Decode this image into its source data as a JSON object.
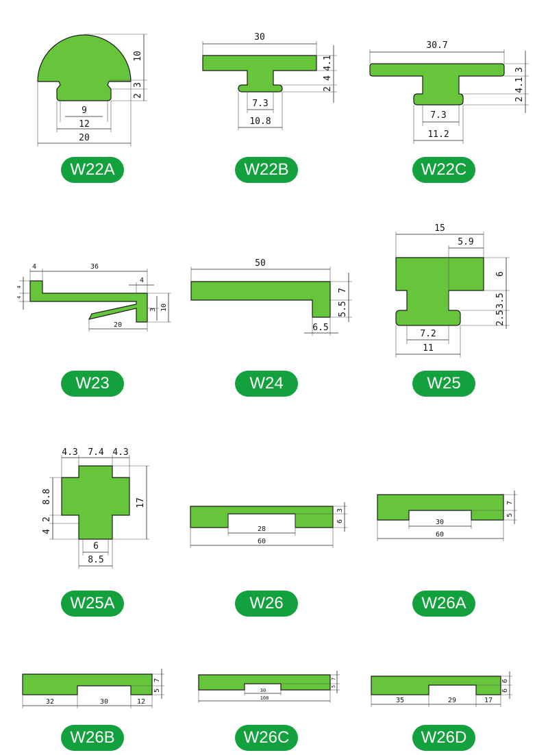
{
  "accent_color": "#13a13e",
  "profile_fill_color": "#66c53a",
  "profiles": [
    {
      "code": "W22A",
      "dims": [
        "10",
        "3",
        "2",
        "9",
        "12",
        "20"
      ]
    },
    {
      "code": "W22B",
      "dims": [
        "30",
        "4.1",
        "4",
        "2",
        "7.3",
        "10.8"
      ]
    },
    {
      "code": "W22C",
      "dims": [
        "30.7",
        "3",
        "4.1",
        "2",
        "7.3",
        "11.2"
      ]
    },
    {
      "code": "W23",
      "dims": [
        "4",
        "36",
        "4",
        "4",
        "4",
        "3",
        "10",
        "20"
      ]
    },
    {
      "code": "W24",
      "dims": [
        "50",
        "7",
        "5.5",
        "6.5"
      ]
    },
    {
      "code": "W25",
      "dims": [
        "15",
        "5.9",
        "6",
        "3.5",
        "2.5",
        "7.2",
        "11"
      ]
    },
    {
      "code": "W25A",
      "dims": [
        "4.3",
        "7.4",
        "4.3",
        "8.8",
        "2",
        "4",
        "17",
        "6",
        "8.5"
      ]
    },
    {
      "code": "W26",
      "dims": [
        "3",
        "6",
        "28",
        "60"
      ]
    },
    {
      "code": "W26A",
      "dims": [
        "5",
        "7",
        "30",
        "60"
      ]
    },
    {
      "code": "W26B",
      "dims": [
        "5",
        "7",
        "32",
        "30",
        "12"
      ]
    },
    {
      "code": "W26C",
      "dims": [
        "5",
        "7",
        "30",
        "108"
      ]
    },
    {
      "code": "W26D",
      "dims": [
        "6",
        "6",
        "35",
        "29",
        "17"
      ]
    }
  ]
}
